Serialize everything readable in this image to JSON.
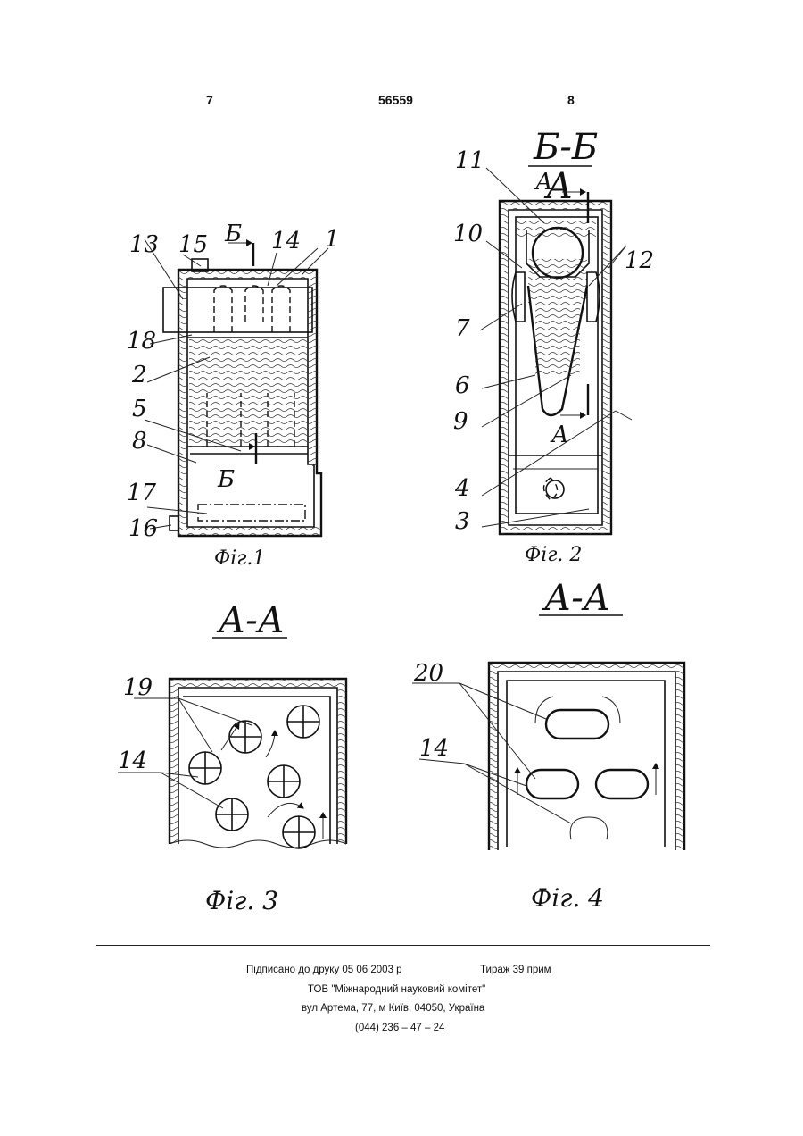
{
  "page": {
    "number_left": "7",
    "doc_number": "56559",
    "number_right": "8"
  },
  "figure1": {
    "caption": "Фiг.1",
    "labels": [
      "13",
      "15",
      "Б",
      "14",
      "1",
      "18",
      "2",
      "5",
      "8",
      "Б",
      "17",
      "16"
    ]
  },
  "figure2": {
    "caption": "Фiг. 2",
    "section_title_top": "Б-Б",
    "section_title_bottom": "А",
    "labels": [
      "11",
      "А",
      "10",
      "12",
      "7",
      "6",
      "9",
      "А",
      "4",
      "3"
    ]
  },
  "figure3": {
    "caption": "Фiг. 3",
    "section_title": "А-А",
    "labels": [
      "19",
      "14"
    ]
  },
  "figure4": {
    "caption": "Фiг. 4",
    "section_title": "А-А",
    "labels": [
      "20",
      "14"
    ]
  },
  "imprint": {
    "line1_left": "Пiдписано до друку 05 06 2003 р",
    "line1_right": "Тираж 39 прим",
    "line2": "ТОВ \"Мiжнародний науковий комiтет\"",
    "line3": "вул  Артема, 77, м  Київ, 04050, Україна",
    "line4": "(044) 236 – 47 – 24"
  }
}
